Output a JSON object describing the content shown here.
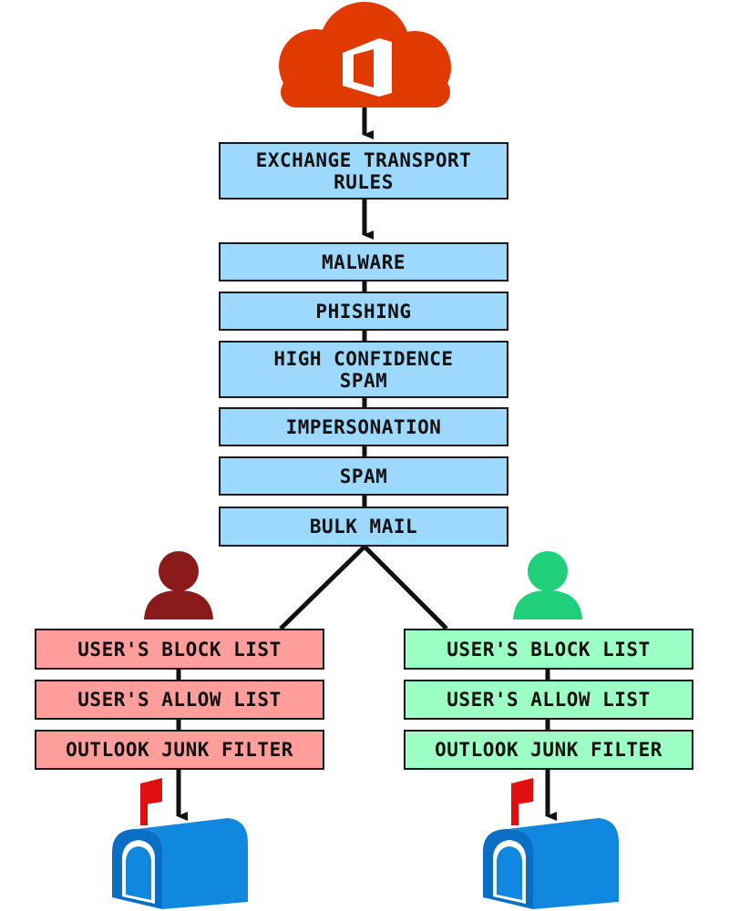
{
  "colors": {
    "cloud": "#e03a00",
    "office_logo": "#ffffff",
    "box_blue": "#9dd9ff",
    "box_red": "#ff9e9b",
    "box_green": "#9cffc4",
    "user_left": "#8b1a1a",
    "user_right": "#1fcf7a",
    "mailbox": "#1188e0",
    "mailbox_dark": "#0a6fc4",
    "flag": "#e01010",
    "line": "#111111"
  },
  "icons": {
    "source": "office-cloud-icon",
    "user_left": "user-icon",
    "user_right": "user-icon",
    "mailbox_left": "mailbox-icon",
    "mailbox_right": "mailbox-icon"
  },
  "transport": {
    "label": "EXCHANGE TRANSPORT\nRULES"
  },
  "filters": [
    {
      "label": "MALWARE"
    },
    {
      "label": "PHISHING"
    },
    {
      "label": "HIGH CONFIDENCE\nSPAM"
    },
    {
      "label": "IMPERSONATION"
    },
    {
      "label": "SPAM"
    },
    {
      "label": "BULK MAIL"
    }
  ],
  "left_branch": [
    {
      "label": "USER'S BLOCK LIST"
    },
    {
      "label": "USER'S ALLOW LIST"
    },
    {
      "label": "OUTLOOK JUNK FILTER"
    }
  ],
  "right_branch": [
    {
      "label": "USER'S BLOCK LIST"
    },
    {
      "label": "USER'S ALLOW LIST"
    },
    {
      "label": "OUTLOOK JUNK FILTER"
    }
  ]
}
